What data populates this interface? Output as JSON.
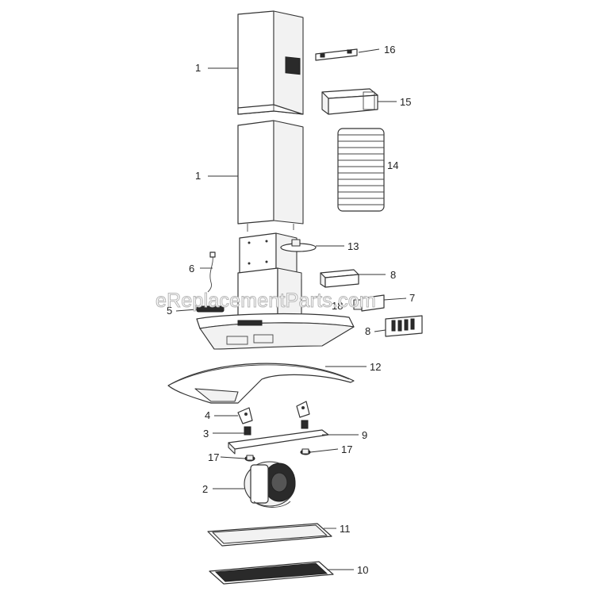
{
  "watermark": "eReplacementParts.com",
  "callouts": {
    "c1a": "1",
    "c1b": "1",
    "c2": "2",
    "c3": "3",
    "c4": "4",
    "c5": "5",
    "c6": "6",
    "c7": "7",
    "c8a": "8",
    "c8b": "8",
    "c9": "9",
    "c10": "10",
    "c11": "11",
    "c12": "12",
    "c13": "13",
    "c14": "14",
    "c15": "15",
    "c16": "16",
    "c17a": "17",
    "c17b": "17",
    "c18": "18"
  },
  "colors": {
    "stroke": "#333333",
    "dark_fill": "#2a2a2a",
    "background": "#ffffff"
  }
}
